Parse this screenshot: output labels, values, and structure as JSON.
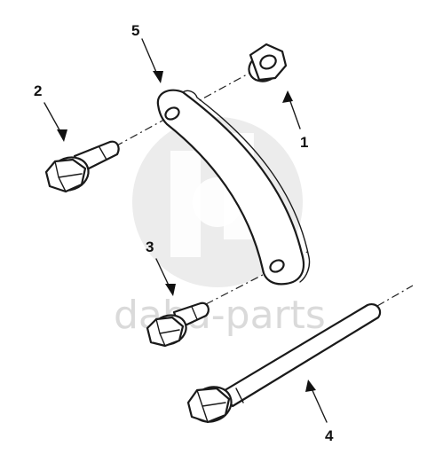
{
  "diagram": {
    "callouts": [
      {
        "id": "1",
        "label": "1"
      },
      {
        "id": "2",
        "label": "2"
      },
      {
        "id": "3",
        "label": "3"
      },
      {
        "id": "4",
        "label": "4"
      },
      {
        "id": "5",
        "label": "5"
      }
    ],
    "parts": [
      {
        "callout": "1",
        "icon": "flange-nut-icon"
      },
      {
        "callout": "2",
        "icon": "flange-bolt-icon"
      },
      {
        "callout": "3",
        "icon": "flange-bolt-icon"
      },
      {
        "callout": "4",
        "icon": "long-flange-bolt-icon"
      },
      {
        "callout": "5",
        "icon": "curved-bracket-icon"
      }
    ]
  },
  "watermark": {
    "text": "daba-parts",
    "color": "#d4d4d4"
  },
  "colors": {
    "line": "#1a1a1a",
    "background": "#ffffff"
  }
}
